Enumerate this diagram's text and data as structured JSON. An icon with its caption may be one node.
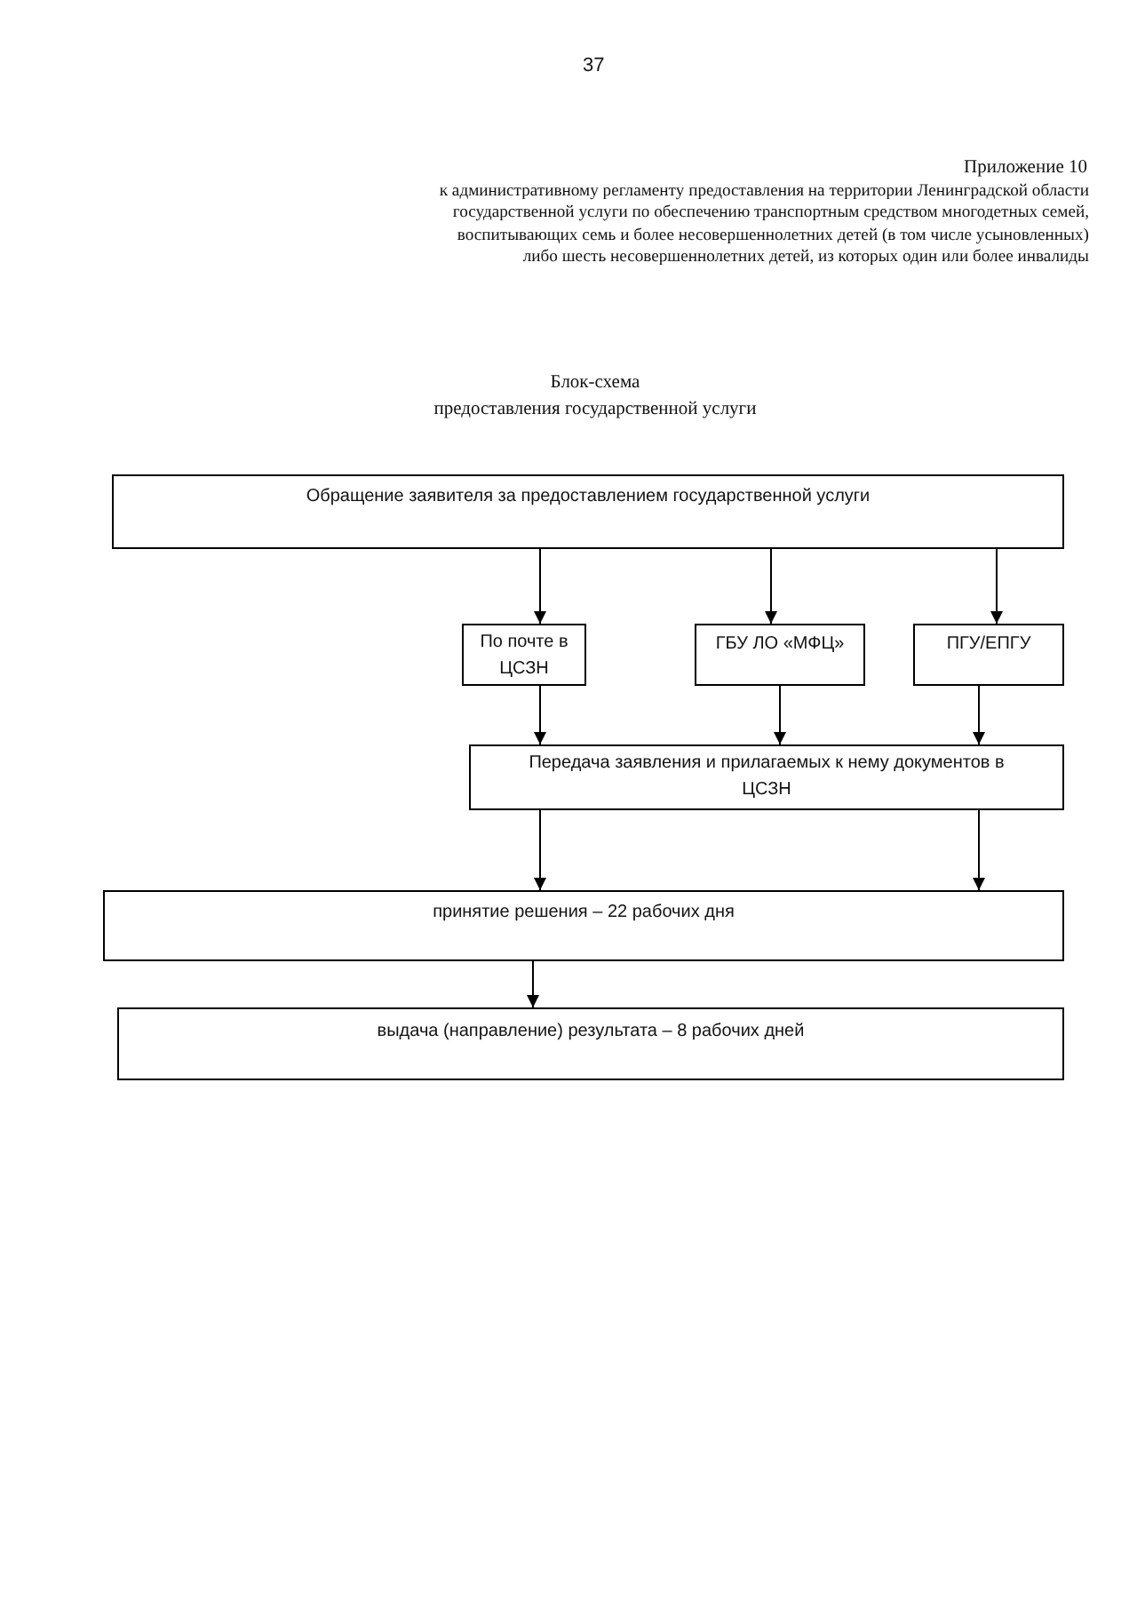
{
  "diagram": {
    "title": "Блок-схема предоставления государственной услуги",
    "nodes": [
      {
        "text": [
          "Обращение заявителя за предоставлением государственной услуги"
        ]
      },
      {
        "text": [
          "По почте в ЦСЗН"
        ]
      },
      {
        "text": [
          "ГБУ ЛО «МФЦ»"
        ]
      },
      {
        "text": [
          "ПГУ/ЕПГУ"
        ]
      },
      {
        "text": [
          "Передача заявления и прилагаемых к нему документов в ЦСЗН"
        ]
      },
      {
        "text": [
          "принятие решения – 22 рабочих дня"
        ]
      },
      {
        "text": [
          "выдача (направление) результата – 8 рабочих дней"
        ]
      }
    ],
    "edges": [
      {
        "from": 0,
        "to": 1,
        "arrow": "to"
      },
      {
        "from": 0,
        "to": 2,
        "arrow": "to"
      },
      {
        "from": 0,
        "to": 3,
        "arrow": "to"
      },
      {
        "from": 1,
        "to": 4,
        "arrow": "to"
      },
      {
        "from": 2,
        "to": 4,
        "arrow": "to"
      },
      {
        "from": 3,
        "to": 4,
        "arrow": "to"
      },
      {
        "from": 4,
        "to": 5,
        "arrow": "to"
      },
      {
        "from": 4,
        "to": 5,
        "arrow": "to"
      },
      {
        "from": 5,
        "to": 6,
        "arrow": "to"
      }
    ],
    "labels": [
      "37",
      "Приложение 10",
      "к административному регламенту предоставления на территории Ленинградской области государственной услуги по обеспечению транспортным средством многодетных семей, воспитывающих семь и более несовершеннолетних детей (в том числе усыновленных) либо шесть несовершеннолетних детей, из которых один или более инвалиды"
    ]
  }
}
